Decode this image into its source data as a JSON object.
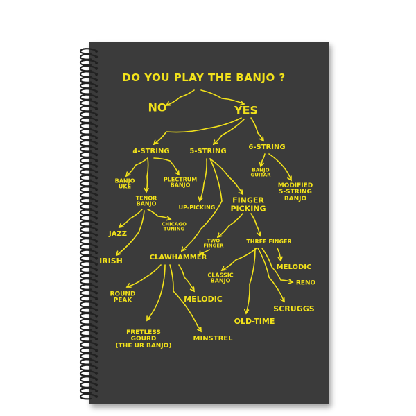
{
  "product": {
    "type": "spiral notebook",
    "cover_color": "#3a3a3a",
    "ink_color": "#f2e21b",
    "binding": "left spiral coil"
  },
  "diagram": {
    "title": "DO YOU PLAY THE BANJO ?",
    "nodes": [
      {
        "id": "no",
        "text": "NO"
      },
      {
        "id": "yes",
        "text": "YES"
      },
      {
        "id": "s4",
        "text": "4-STRING"
      },
      {
        "id": "s5",
        "text": "5-STRING"
      },
      {
        "id": "s6",
        "text": "6-STRING"
      },
      {
        "id": "banjouke",
        "text": "BANJO\nUKE"
      },
      {
        "id": "plectrum",
        "text": "PLECTRUM\nBANJO"
      },
      {
        "id": "tenor",
        "text": "TENOR\nBANJO"
      },
      {
        "id": "jazz",
        "text": "JAZZ"
      },
      {
        "id": "chicago",
        "text": "CHICAGO\nTUNING"
      },
      {
        "id": "irish",
        "text": "IRISH"
      },
      {
        "id": "uppicking",
        "text": "UP-PICKING"
      },
      {
        "id": "banjoguitar",
        "text": "BANJO\nGUITAR"
      },
      {
        "id": "modified",
        "text": "MODIFIED\n5-STRING\nBANJO"
      },
      {
        "id": "finger",
        "text": "FINGER\nPICKING"
      },
      {
        "id": "twofinger",
        "text": "TWO\nFINGER"
      },
      {
        "id": "threefinger",
        "text": "THREE FINGER"
      },
      {
        "id": "clawhammer",
        "text": "CLAWHAMMER"
      },
      {
        "id": "classic",
        "text": "CLASSIC\nBANJO"
      },
      {
        "id": "melodic2",
        "text": "MELODIC"
      },
      {
        "id": "reno",
        "text": "RENO"
      },
      {
        "id": "scruggs",
        "text": "SCRUGGS"
      },
      {
        "id": "oldtime",
        "text": "OLD-TIME"
      },
      {
        "id": "roundpeak",
        "text": "ROUND\nPEAK"
      },
      {
        "id": "melodic1",
        "text": "MELODIC"
      },
      {
        "id": "fretless",
        "text": "FRETLESS\nGOURD\n(THE UR BANJO)"
      },
      {
        "id": "minstrel",
        "text": "MINSTREL"
      }
    ],
    "edges": [
      [
        "title",
        "no"
      ],
      [
        "title",
        "yes"
      ],
      [
        "yes",
        "s4"
      ],
      [
        "yes",
        "s5"
      ],
      [
        "yes",
        "s6"
      ],
      [
        "s4",
        "banjouke"
      ],
      [
        "s4",
        "plectrum"
      ],
      [
        "s4",
        "tenor"
      ],
      [
        "tenor",
        "jazz"
      ],
      [
        "tenor",
        "chicago"
      ],
      [
        "tenor",
        "irish"
      ],
      [
        "s5",
        "uppicking"
      ],
      [
        "s5",
        "finger"
      ],
      [
        "s5",
        "clawhammer"
      ],
      [
        "s6",
        "banjoguitar"
      ],
      [
        "s6",
        "modified"
      ],
      [
        "finger",
        "twofinger"
      ],
      [
        "finger",
        "threefinger"
      ],
      [
        "twofinger",
        "clawhammer"
      ],
      [
        "threefinger",
        "classic"
      ],
      [
        "threefinger",
        "melodic2"
      ],
      [
        "threefinger",
        "reno"
      ],
      [
        "threefinger",
        "scruggs"
      ],
      [
        "threefinger",
        "oldtime"
      ],
      [
        "clawhammer",
        "roundpeak"
      ],
      [
        "clawhammer",
        "melodic1"
      ],
      [
        "clawhammer",
        "fretless"
      ],
      [
        "clawhammer",
        "minstrel"
      ]
    ]
  }
}
